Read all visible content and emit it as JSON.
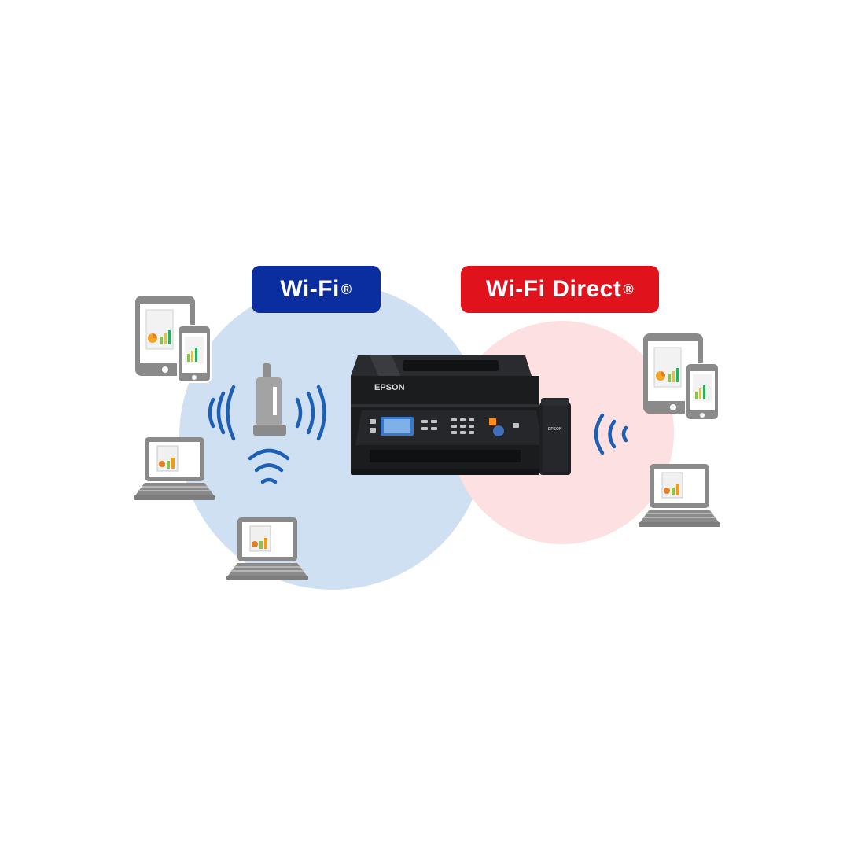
{
  "labels": {
    "wifi": "Wi-Fi",
    "wifi_mark": "®",
    "direct": "Wi-Fi Direct",
    "direct_mark": "®",
    "printer_brand": "EPSON",
    "tank_brand": "EPSON"
  },
  "colors": {
    "wifi_badge": "#0a2ea0",
    "direct_badge": "#e0121c",
    "wifi_zone": "#cfe0f2",
    "direct_zone": "#fde0e2",
    "signal": "#1d5fb5",
    "device_gray": "#8a8a8a",
    "printer_body": "#1b1c1e"
  },
  "icons": {
    "tablet": "tablet-with-phone-icon",
    "laptop": "laptop-icon",
    "router": "wireless-router-icon",
    "signal": "wifi-signal-icon",
    "printer": "epson-inkjet-printer-icon"
  }
}
